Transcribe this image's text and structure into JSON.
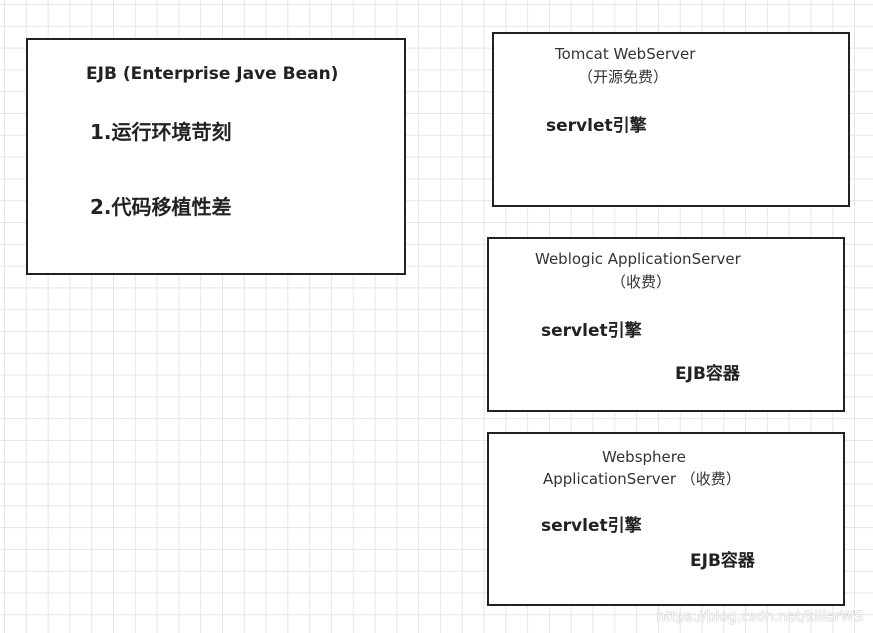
{
  "ejb_box": {
    "title": "EJB (Enterprise Jave Bean)",
    "point1": "1.运行环境苛刻",
    "point2": "2.代码移植性差"
  },
  "tomcat_box": {
    "title": "Tomcat WebServer",
    "subtitle": "（开源免费）",
    "engine": "servlet引擎"
  },
  "weblogic_box": {
    "title": "Weblogic ApplicationServer",
    "subtitle": "（收费）",
    "engine": "servlet引擎",
    "container": "EJB容器"
  },
  "websphere_box": {
    "title_line1": "Websphere",
    "title_line2": "ApplicationServer （收费）",
    "engine": "servlet引擎",
    "container": "EJB容器"
  },
  "watermark": "https://blog.csdn.net/killerWS"
}
